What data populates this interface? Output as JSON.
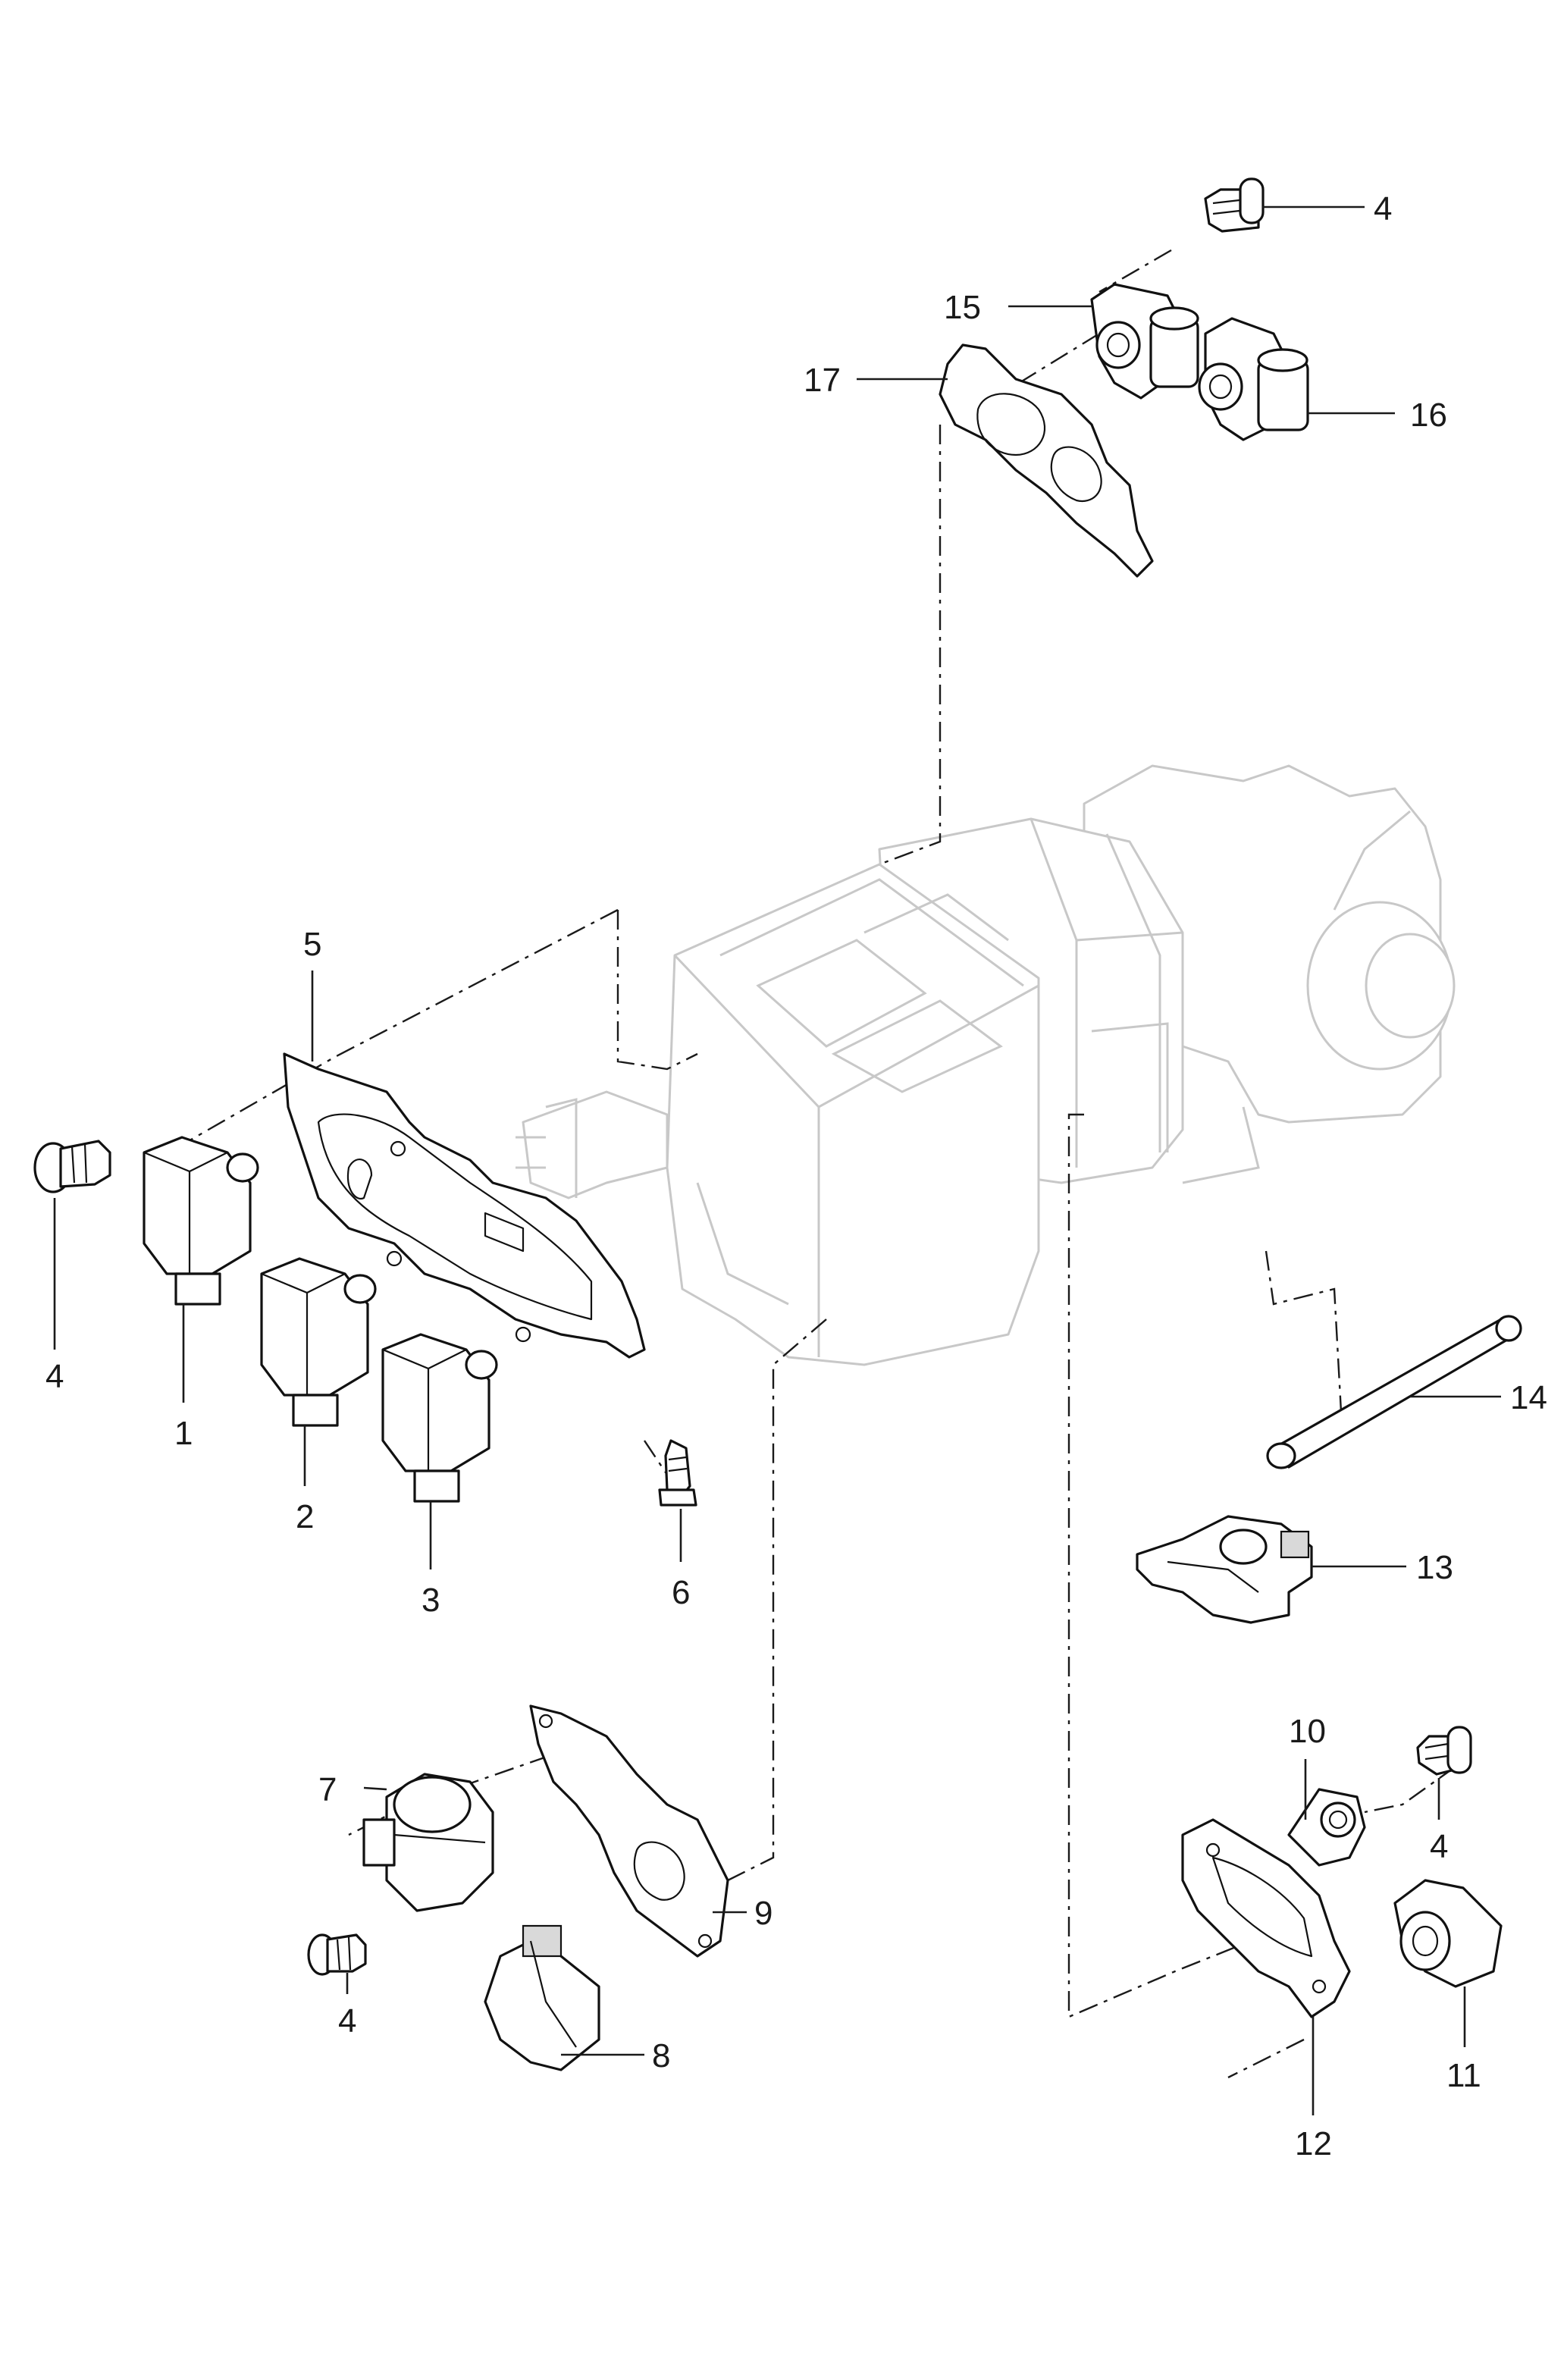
{
  "diagram": {
    "callouts": [
      "1",
      "2",
      "3",
      "4",
      "5",
      "6",
      "7",
      "8",
      "9",
      "10",
      "11",
      "12",
      "13",
      "14",
      "15",
      "16",
      "17"
    ],
    "labels": {
      "c4_top": "4",
      "c15": "15",
      "c17": "17",
      "c16": "16",
      "c5": "5",
      "c4_left": "4",
      "c1": "1",
      "c2": "2",
      "c3": "3",
      "c6": "6",
      "c14": "14",
      "c13": "13",
      "c10": "10",
      "c4_right": "4",
      "c7": "7",
      "c9": "9",
      "c4_bottom": "4",
      "c8": "8",
      "c11": "11",
      "c12": "12"
    },
    "colors": {
      "line": "#1a1a1a",
      "ghost": "#c8c8c8",
      "background": "#ffffff"
    }
  }
}
